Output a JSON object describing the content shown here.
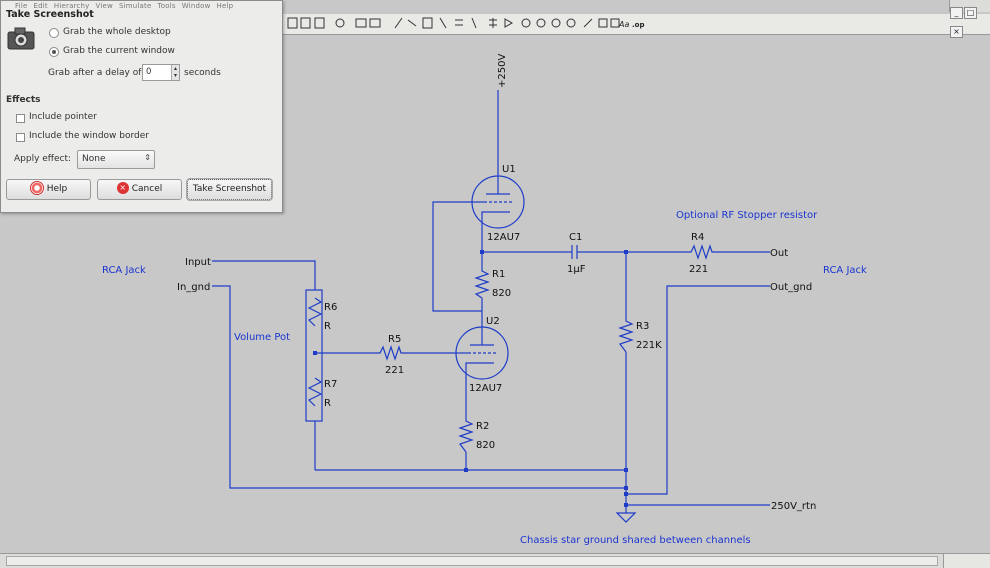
{
  "window": {
    "controls": [
      "_",
      "□",
      "×"
    ]
  },
  "menu": {
    "items": [
      "File",
      "Edit",
      "Hierarchy",
      "View",
      "Simulate",
      "Tools",
      "Window",
      "Help"
    ]
  },
  "dialog": {
    "title": "Take Screenshot",
    "radio_whole_desktop": "Grab the whole desktop",
    "radio_current_window": "Grab the current window",
    "delay_label": "Grab after a delay of",
    "delay_value": "0",
    "delay_unit": "seconds",
    "effects_heading": "Effects",
    "include_pointer": "Include pointer",
    "include_border": "Include the window border",
    "apply_effect_label": "Apply effect:",
    "apply_effect_value": "None",
    "help_button": "Help",
    "cancel_button": "Cancel",
    "take_button": "Take Screenshot"
  },
  "schematic": {
    "labels": {
      "supply": "+250V",
      "u1": "U1",
      "u1_type": "12AU7",
      "u2": "U2",
      "u2_type": "12AU7",
      "r1": "R1",
      "r1_val": "820",
      "r2": "R2",
      "r2_val": "820",
      "r3": "R3",
      "r3_val": "221K",
      "r4": "R4",
      "r4_val": "221",
      "r5": "R5",
      "r5_val": "221",
      "r6": "R6",
      "r6_val": "R",
      "r7": "R7",
      "r7_val": "R",
      "c1": "C1",
      "c1_val": "1µF",
      "input": "Input",
      "in_gnd": "In_gnd",
      "out": "Out",
      "out_gnd": "Out_gnd",
      "rtn": "250V_rtn"
    },
    "comments": {
      "rca_left": "RCA Jack",
      "rca_right": "RCA Jack",
      "volume_pot": "Volume Pot",
      "rf_stopper": "Optional RF Stopper resistor",
      "star_ground": "Chassis star ground shared between channels"
    },
    "colors": {
      "wire": "#1e3cc8",
      "comment": "#1a35d0",
      "label": "#111111",
      "background": "#c8c8c8"
    }
  }
}
